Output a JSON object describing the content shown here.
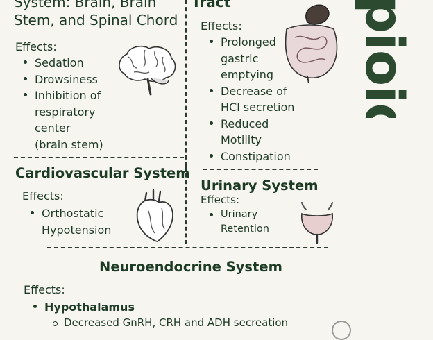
{
  "cns": {
    "title_line1": "System: Brain, Brain",
    "title_line2": "Stem, and Spinal Chord",
    "effects_label": "Effects:",
    "effects": [
      "Sedation",
      "Drowsiness",
      "Inhibition of",
      "respiratory",
      "center",
      "(brain stem)"
    ]
  },
  "gi": {
    "title": "Tract",
    "effects_label": "Effects:",
    "effects": [
      "Prolonged",
      "gastric",
      "emptying",
      "Decrease of",
      "HCl secretion",
      "Reduced",
      "Motility",
      "Constipation"
    ]
  },
  "cardio": {
    "title": "Cardiovascular System",
    "effects_label": "Effects:",
    "effects": [
      "Orthostatic",
      "Hypotension"
    ]
  },
  "urinary": {
    "title": "Urinary System",
    "effects_label": "Effects:",
    "effects": [
      "Urinary",
      "Retention"
    ]
  },
  "neuro": {
    "title": "Neuroendocrine System",
    "effects_label": "Effects:",
    "hypothalamus": "Hypothalamus",
    "sub_effect": "Decreased GnRH, CRH and ADH secreation"
  },
  "side_title": "Opioids",
  "icons": [
    "brain-icon",
    "intestine-icon",
    "heart-icon",
    "bladder-icon"
  ],
  "colors": {
    "background": "#f6f5f0",
    "text": "#1f3a25",
    "accent": "#2b4a2f"
  }
}
